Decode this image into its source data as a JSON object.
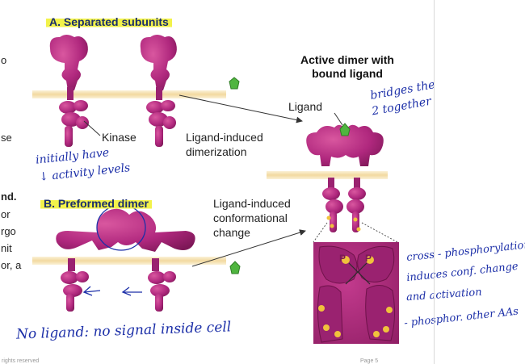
{
  "left_clip": {
    "line1": "o",
    "line2": "se",
    "line3": "nd.",
    "line4": "or",
    "line5": "rgo",
    "line6": "nit",
    "line7": "or, a"
  },
  "panel_a": {
    "title": "A. Separated subunits",
    "kinase_label": "Kinase",
    "process_label_1": "Ligand-induced",
    "process_label_2": "dimerization"
  },
  "panel_b": {
    "title": "B. Preformed dimer",
    "process_label_1": "Ligand-induced",
    "process_label_2": "conformational",
    "process_label_3": "change"
  },
  "active_dimer": {
    "title_1": "Active dimer with",
    "title_2": "bound ligand",
    "ligand_label": "Ligand",
    "phospho_left": "P",
    "phospho_right": "P"
  },
  "handwriting": {
    "bridges_1": "bridges the",
    "bridges_2": "2 together",
    "initially_1": "initially have",
    "initially_2": "↓ activity levels",
    "no_ligand": "No ligand:  no signal inside cell",
    "cross_1": "cross - phosphorylation",
    "cross_2": "induces conf. change",
    "cross_3": "and activation",
    "cross_4": "- phosphor. other AAs"
  },
  "footer": {
    "left": "rights reserved",
    "right": "Page 5"
  },
  "colors": {
    "protein": "#b0287e",
    "protein_dark": "#7d1757",
    "protein_light": "#d9579f",
    "membrane": "#f4dfae",
    "ligand": "#4fb53f",
    "phospho": "#f0c23c",
    "ink": "#1c2fa8",
    "highlight": "#f2f24a"
  }
}
